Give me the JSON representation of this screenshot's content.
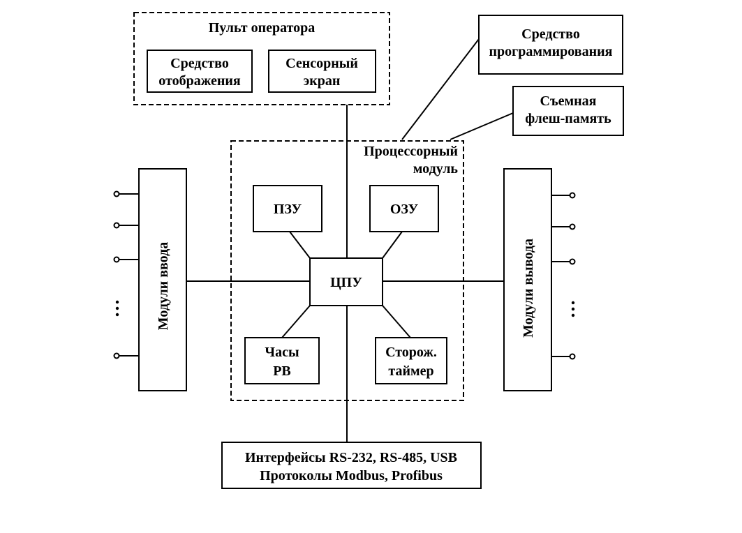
{
  "operator_panel": {
    "title": "Пульт оператора",
    "display": [
      "Средство",
      "отображения"
    ],
    "touchscreen": [
      "Сенсорный",
      "экран"
    ]
  },
  "programming_tool": [
    "Средство",
    "программирования"
  ],
  "flash_memory": [
    "Съемная",
    "флеш-память"
  ],
  "processor_module": {
    "title": [
      "Процессорный",
      "модуль"
    ],
    "rom": "ПЗУ",
    "ram": "ОЗУ",
    "cpu": "ЦПУ",
    "clock": [
      "Часы",
      "РВ"
    ],
    "watchdog": [
      "Сторож.",
      "таймер"
    ]
  },
  "input_modules": "Модули ввода",
  "output_modules": "Модули вывода",
  "interfaces": [
    "Интерфейсы RS-232, RS-485, USB",
    "Протоколы Modbus, Profibus"
  ]
}
